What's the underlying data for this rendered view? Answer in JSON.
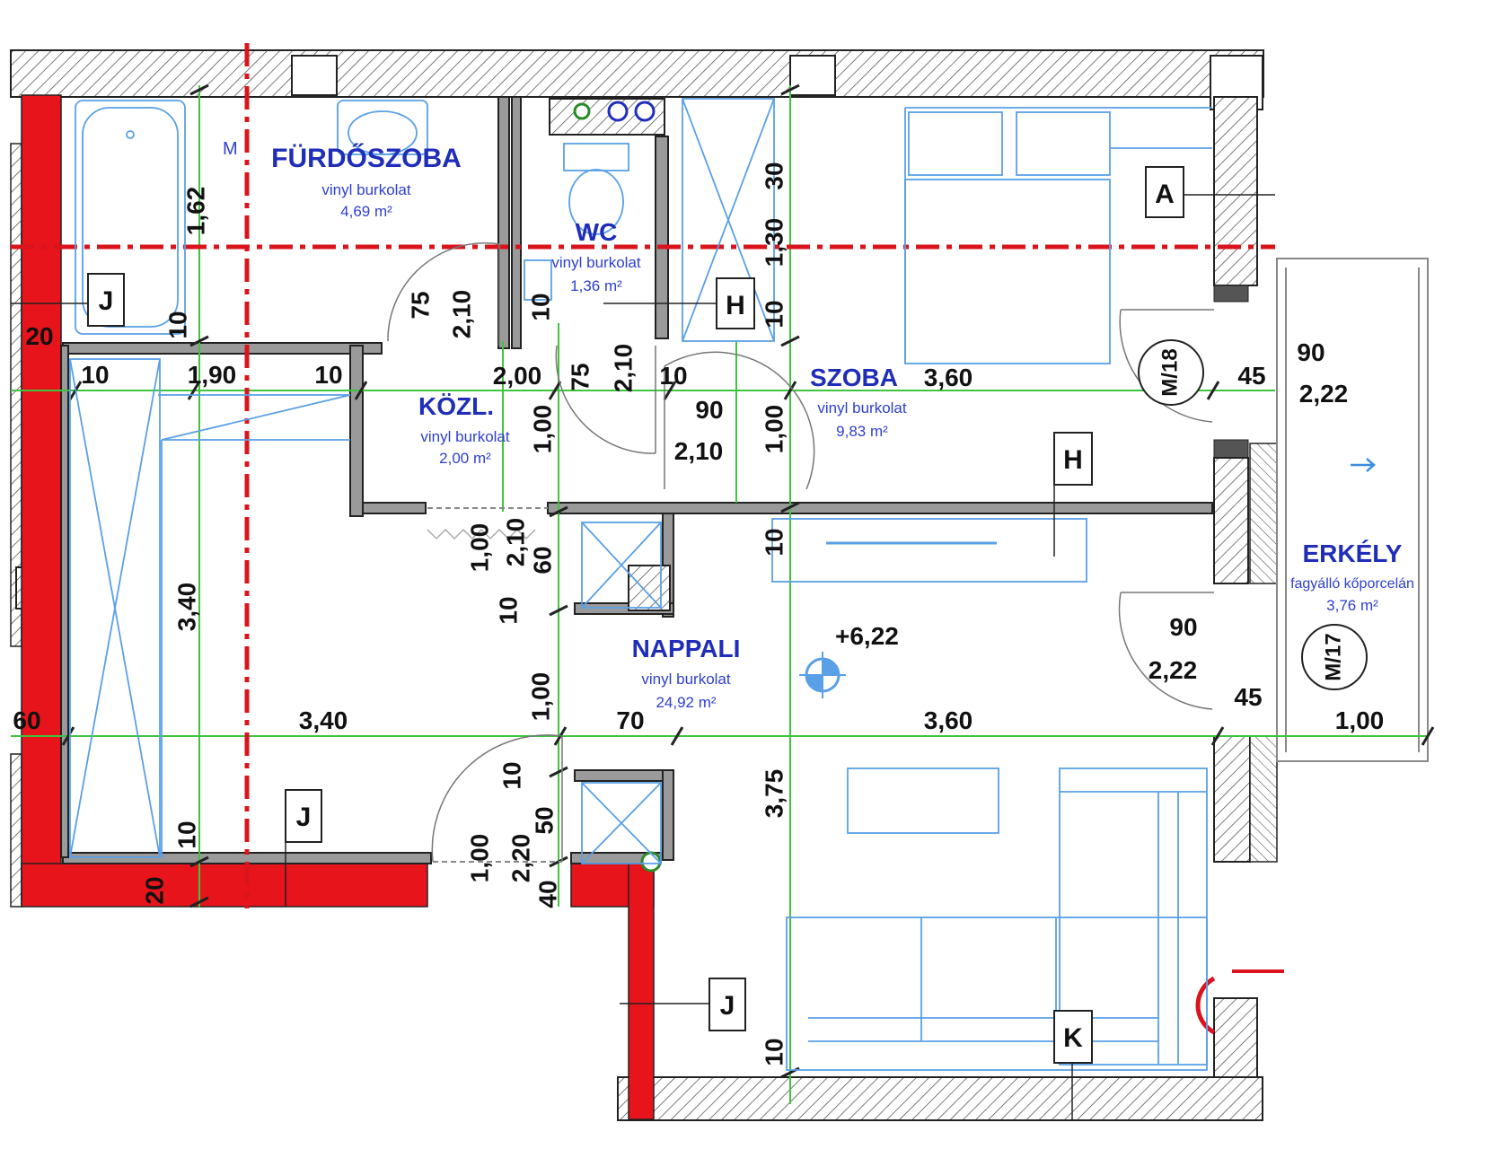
{
  "rooms": {
    "furdoszoba": {
      "name": "FÜRDŐSZOBA",
      "finish": "vinyl burkolat",
      "area": "4,69 m²"
    },
    "wc": {
      "name": "WC",
      "finish": "vinyl burkolat",
      "area": "1,36 m²"
    },
    "kozl": {
      "name": "KÖZL.",
      "finish": "vinyl burkolat",
      "area": "2,00 m²"
    },
    "szoba": {
      "name": "SZOBA",
      "finish": "vinyl burkolat",
      "area": "9,83 m²"
    },
    "nappali": {
      "name": "NAPPALI",
      "finish": "vinyl burkolat",
      "area": "24,92 m²"
    },
    "erkely": {
      "name": "ERKÉLY",
      "finish": "fagyálló kőporcelán",
      "area": "3,76 m²"
    }
  },
  "tags": {
    "a": "A",
    "h1": "H",
    "h2": "H",
    "j1": "J",
    "j2": "J",
    "j3": "J",
    "k": "K",
    "door_m18": "M/18",
    "door_m17": "M/17",
    "bath_m": "M"
  },
  "level": "+6,22",
  "dimensions": {
    "d_162": "1,62",
    "d_10a": "10",
    "d_20a": "20",
    "d_10b": "10",
    "d_190": "1,90",
    "d_10c": "10",
    "d_200": "2,00",
    "d_75a": "75",
    "d_210a": "2,10",
    "d_10d": "10",
    "d_75b": "75",
    "d_210b": "2,10",
    "d_10e": "10",
    "d_30": "30",
    "d_130": "1,30",
    "d_10f": "10",
    "d_360a": "3,60",
    "d_90a": "90",
    "d_100a": "1,00",
    "d_210c": "2,10",
    "d_100b": "1,00",
    "d_90b": "90",
    "d_45a": "45",
    "d_222a": "2,22",
    "d_210d": "2,10",
    "d_100c": "1,00",
    "d_60a": "60",
    "d_10g": "10",
    "d_10h": "10",
    "d_340a": "3,40",
    "d_90c": "90",
    "d_222b": "2,22",
    "d_100d": "1,00",
    "d_60b": "60",
    "d_340b": "3,40",
    "d_70": "70",
    "d_360b": "3,60",
    "d_45b": "45",
    "d_100e": "1,00",
    "d_10i": "10",
    "d_50": "50",
    "d_375": "3,75",
    "d_10j": "10",
    "d_100f": "1,00",
    "d_220": "2,20",
    "d_40": "40",
    "d_20b": "20",
    "d_10k": "10"
  },
  "colors": {
    "wall_new": "#e8141c",
    "dim_line": "#3ec43e",
    "room_text": "#1f2db8",
    "section_line": "#d9141c",
    "fixture": "#5aa0e6"
  }
}
